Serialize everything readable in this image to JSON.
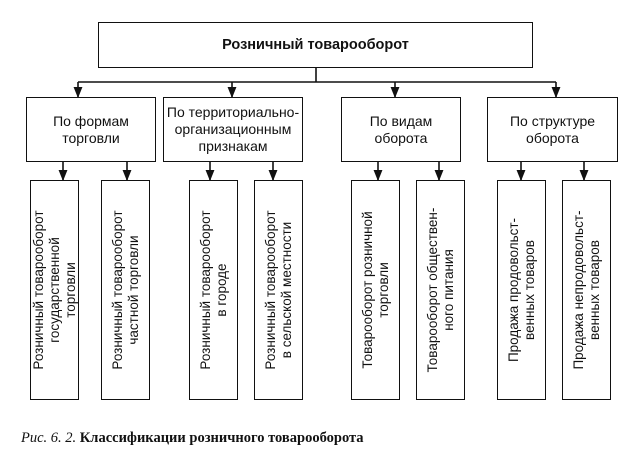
{
  "root": {
    "label": "Розничный товарооборот"
  },
  "groups": [
    {
      "label": "По формам\nторговли",
      "leaves": [
        "Розничный товарооборот\nгосударственной\nторговли",
        "Розничный товарооборот\nчастной торговли"
      ]
    },
    {
      "label": "По территориально-\nорганизационным\nпризнакам",
      "leaves": [
        "Розничный товарооборот\nв городе",
        "Розничный товарооборот\nв сельской местности"
      ]
    },
    {
      "label": "По видам\nоборота",
      "leaves": [
        "Товарооборот розничной\nторговли",
        "Товарооборот обществен-\nного питания"
      ]
    },
    {
      "label": "По структуре\nоборота",
      "leaves": [
        "Продажа продовольст-\nвенных товаров",
        "Продажа непродовольст-\nвенных товаров"
      ]
    }
  ],
  "caption": {
    "figure": "Рис. 6. 2.",
    "text": "Классификации розничного товарооборота"
  }
}
